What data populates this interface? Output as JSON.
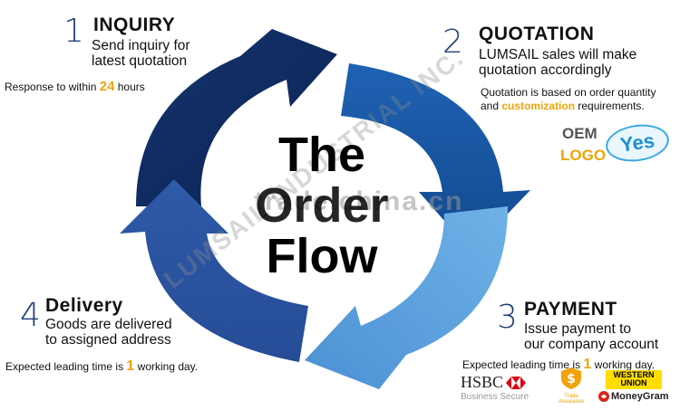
{
  "center": {
    "line1": "The",
    "line2": "Order",
    "line3": "Flow"
  },
  "steps": [
    {
      "num": "1",
      "title": "INQUIRY",
      "desc1": "Send inquiry for",
      "desc2": "latest quotation"
    },
    {
      "num": "2",
      "title": "QUOTATION",
      "desc1": "LUMSAIL sales will make",
      "desc2": "quotation accordingly"
    },
    {
      "num": "3",
      "title": "PAYMENT",
      "desc1": "Issue payment to",
      "desc2": "our company account"
    },
    {
      "num": "4",
      "title": "Delivery",
      "desc1": "Goods are delivered",
      "desc2": "to assigned address"
    }
  ],
  "notes": {
    "inquiry": {
      "pre": "Response to within ",
      "value": "24",
      "post": " hours"
    },
    "quotation": {
      "line1": "Quotation is based on order quantity",
      "line2_pre": "and ",
      "line2_hl": "customization",
      "line2_post": " requirements."
    },
    "payment": {
      "pre": "Expected leading time is ",
      "value": "1",
      "post": " working day."
    },
    "delivery": {
      "pre": "Expected leading time is ",
      "value": "1",
      "post": " working day."
    }
  },
  "badges": {
    "oem": "OEM",
    "logo": "LOGO",
    "yes": "Yes"
  },
  "payment_logos": {
    "hsbc": "HSBC",
    "hsbc_sub": "Business Secure",
    "trade_assurance": "Trade Assurance",
    "western": "WESTERN",
    "union": "UNION",
    "moneygram": "MoneyGram"
  },
  "watermarks": {
    "company": "LUMSAIL INDUSTRIAL INC.",
    "site": "trade.china.cn"
  },
  "colors": {
    "arrow_inquiry": "#0e2d63",
    "arrow_quotation": "#1a5aa8",
    "arrow_payment": "#5aa2df",
    "arrow_delivery": "#2a4f9a",
    "highlight": "#f0a30a"
  }
}
